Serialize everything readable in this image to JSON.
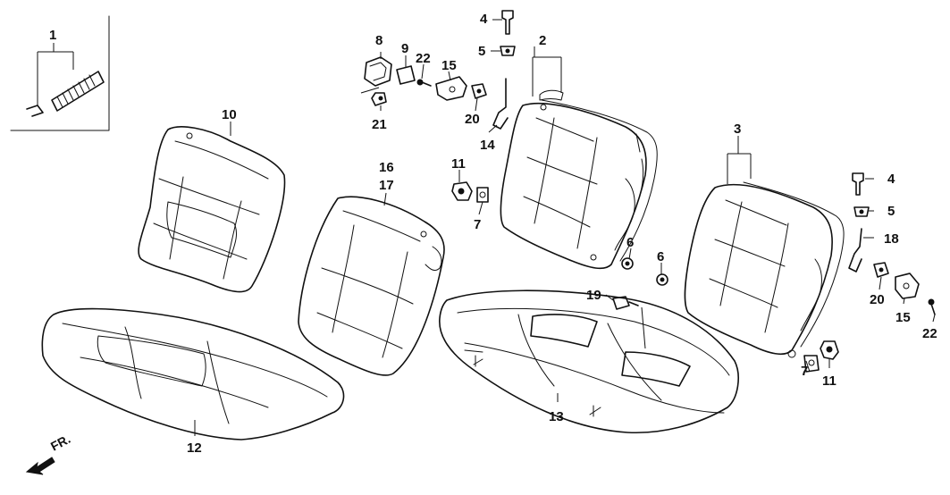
{
  "labels": {
    "p1": "1",
    "p2": "2",
    "p3": "3",
    "p4a": "4",
    "p4b": "4",
    "p5a": "5",
    "p5b": "5",
    "p6a": "6",
    "p6b": "6",
    "p7a": "7",
    "p7b": "7",
    "p8": "8",
    "p9": "9",
    "p10": "10",
    "p11a": "11",
    "p11b": "11",
    "p12": "12",
    "p13": "13",
    "p14": "14",
    "p15a": "15",
    "p15b": "15",
    "p16": "16",
    "p17": "17",
    "p18": "18",
    "p19": "19",
    "p20a": "20",
    "p20b": "20",
    "p21": "21",
    "p22a": "22",
    "p22b": "22"
  },
  "direction": {
    "text": "FR."
  },
  "colors": {
    "ink": "#111111",
    "background": "#ffffff"
  }
}
